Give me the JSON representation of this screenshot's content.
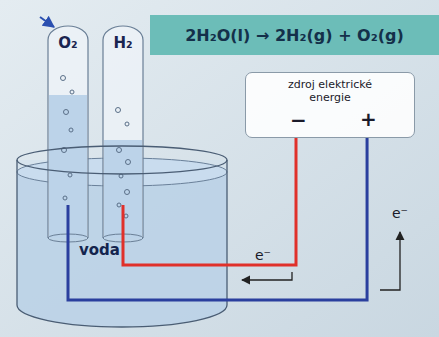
{
  "diagram": {
    "title": "2H₂O(l) → 2H₂(g) + O₂(g)",
    "nodes": [
      {
        "text": [
          "O₂"
        ]
      },
      {
        "text": [
          "H₂"
        ]
      },
      {
        "text": [
          "zdroj elektrické energie"
        ]
      },
      {
        "text": [
          "voda"
        ]
      }
    ],
    "edges": [
      {
        "from": 2,
        "to": 1,
        "arrow": "none"
      },
      {
        "from": 2,
        "to": 0,
        "arrow": "none"
      }
    ],
    "labels": [
      "−",
      "+",
      "e⁻",
      "e⁻"
    ]
  }
}
